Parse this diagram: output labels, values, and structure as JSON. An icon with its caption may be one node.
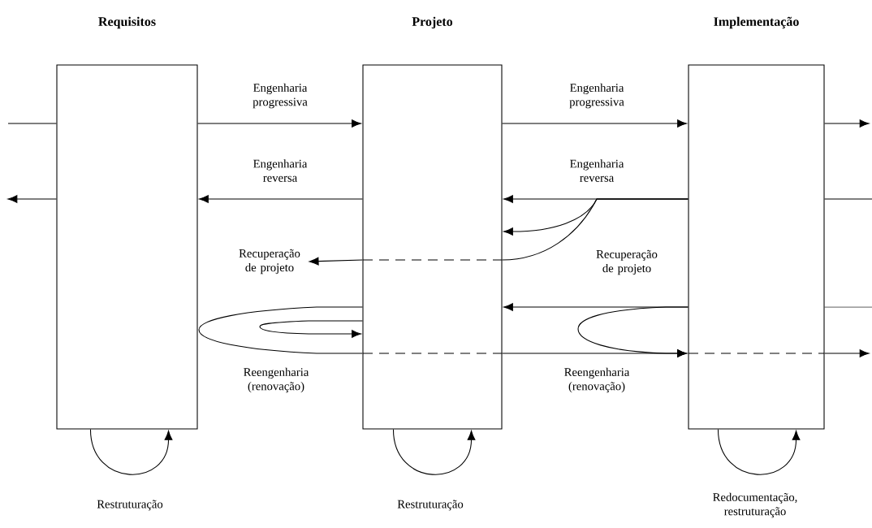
{
  "diagram": {
    "nodes": [
      {
        "text": [
          "Requisitos"
        ]
      },
      {
        "text": [
          "Projeto"
        ]
      },
      {
        "text": [
          "Implementação"
        ]
      },
      {
        "text": [
          "Recuperação de projeto"
        ]
      }
    ],
    "edges": [
      {
        "from": null,
        "to": 0,
        "arrow": "none"
      },
      {
        "from": 0,
        "to": 1,
        "arrow": "to",
        "label": "Engenharia progressiva"
      },
      {
        "from": 1,
        "to": 2,
        "arrow": "to",
        "label": "Engenharia progressiva"
      },
      {
        "from": 2,
        "to": null,
        "arrow": "to"
      },
      {
        "from": null,
        "to": 2,
        "arrow": "none"
      },
      {
        "from": 2,
        "to": 1,
        "arrow": "to",
        "label": "Engenharia reversa"
      },
      {
        "from": 1,
        "to": 0,
        "arrow": "to",
        "label": "Engenharia reversa"
      },
      {
        "from": 0,
        "to": null,
        "arrow": "to"
      },
      {
        "from": 2,
        "to": 1,
        "arrow": "to",
        "label": "Recuperação de projeto"
      },
      {
        "from": 2,
        "to": 1,
        "arrow": "none"
      },
      {
        "from": 1,
        "to": 3,
        "arrow": "to"
      },
      {
        "from": null,
        "to": 2,
        "arrow": "none"
      },
      {
        "from": 2,
        "to": 1,
        "arrow": "to"
      },
      {
        "from": 2,
        "to": 2,
        "arrow": "to",
        "label": "Reengenharia (renovação)"
      },
      {
        "from": 1,
        "to": 1,
        "arrow": "none",
        "label": "Reengenharia (renovação)"
      },
      {
        "from": 1,
        "to": 2,
        "arrow": "to"
      },
      {
        "from": 1,
        "to": 1,
        "arrow": "to"
      },
      {
        "from": 2,
        "to": null,
        "arrow": "to"
      },
      {
        "from": 0,
        "to": 0,
        "arrow": "to",
        "label": "Restruturação"
      },
      {
        "from": 1,
        "to": 1,
        "arrow": "to",
        "label": "Restruturação"
      },
      {
        "from": 2,
        "to": 2,
        "arrow": "to",
        "label": "Redocumentação, restruturação"
      }
    ]
  }
}
